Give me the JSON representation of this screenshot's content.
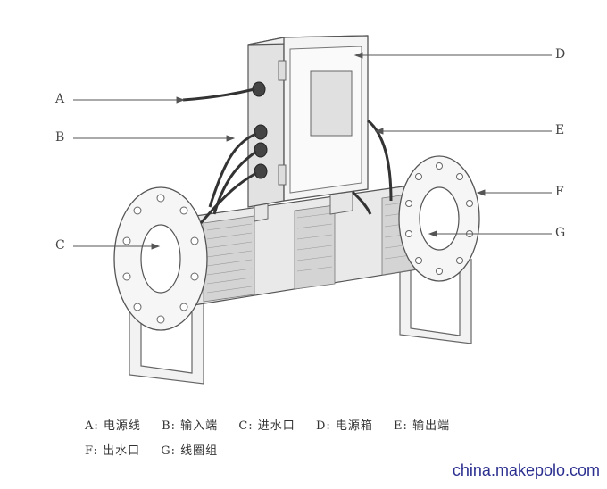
{
  "labels": {
    "A": "A",
    "B": "B",
    "C": "C",
    "D": "D",
    "E": "E",
    "F": "F",
    "G": "G"
  },
  "legend": {
    "row1": [
      {
        "key": "A:",
        "text": "电源线"
      },
      {
        "key": "B:",
        "text": "输入端"
      },
      {
        "key": "C:",
        "text": "进水口"
      },
      {
        "key": "D:",
        "text": "电源箱"
      },
      {
        "key": "E:",
        "text": "输出端"
      }
    ],
    "row2": [
      {
        "key": "F:",
        "text": "出水口"
      },
      {
        "key": "G:",
        "text": "线圈组"
      }
    ]
  },
  "watermark": "china.makepolo.com"
}
